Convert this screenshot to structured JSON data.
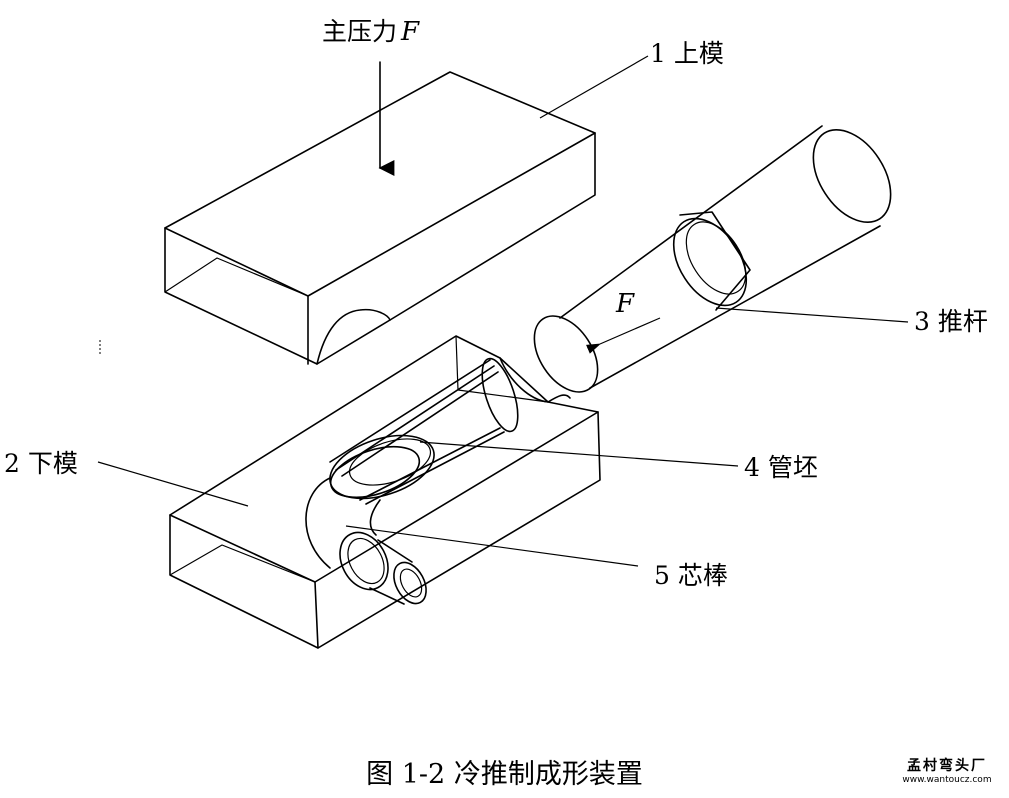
{
  "labels": {
    "main_force": "主压力",
    "main_force_symbol": "F",
    "push_force_symbol": "F",
    "part1": "1  上模",
    "part2": "2  下模",
    "part3": "3  推杆",
    "part4": "4  管坯",
    "part5": "5  芯棒"
  },
  "caption": "图 1-2  冷推制成形装置",
  "watermark": {
    "name": "孟村弯头厂",
    "url": "www.wantoucz.com"
  }
}
